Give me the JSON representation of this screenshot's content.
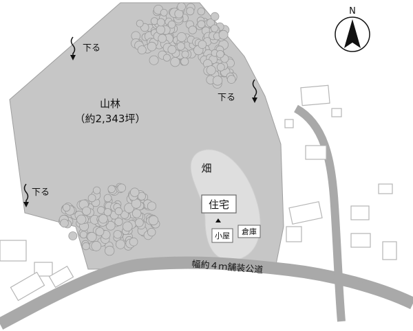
{
  "compass": {
    "label": "N"
  },
  "labels": {
    "forest": "山林",
    "forest_area": "（約2,343坪）",
    "field": "畑",
    "house": "住宅",
    "hut": "小屋",
    "storehouse": "倉庫",
    "road": "幅約４ｍ舗装公道",
    "slope_down": "下る"
  },
  "colors": {
    "forest": "#c6c6c6",
    "field": "#dedede",
    "road": "#a9a9a9",
    "building_outline": "#b5b5b5",
    "text": "#111111"
  },
  "icons": [
    "north-arrow-icon",
    "slope-arrow-icon",
    "tree-cluster-icon",
    "house-marker-icon"
  ]
}
